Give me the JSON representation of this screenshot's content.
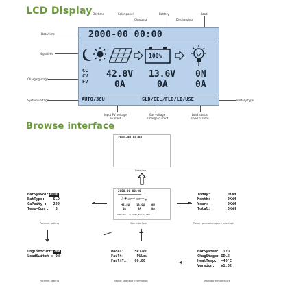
{
  "section1": {
    "title": "LCD Display",
    "top_labels": [
      "Daytime",
      "Solar panel",
      "Battery",
      "Load"
    ],
    "top_sublabels": [
      "Charging",
      "Discharging"
    ],
    "left_labels": [
      "Date/time",
      "Nighttime",
      "Charging stage",
      "System voltage"
    ],
    "right_labels": [
      "Battery type"
    ],
    "bottom_labels": [
      [
        "Input PV voltage",
        "/current"
      ],
      [
        "Bat voltage",
        "/Charge current"
      ],
      [
        "Load status",
        "/Load current"
      ]
    ]
  },
  "lcd": {
    "datetime": "2000-00 00:00",
    "stage": "CC\nCV\nFV",
    "bat_icon": "100%",
    "pv_v": "42.8V",
    "pv_a": "0A",
    "bat_v": "13.6V",
    "bat_a": "0A",
    "load_s": "0N",
    "load_a": "0A",
    "sysvolt": "AUTO/36U",
    "battype": "SLD/GEL/FLD/LI/USE"
  },
  "section2": {
    "title": "Browse interface",
    "datetime_screen": "2000-00 00:00",
    "datetime_caption": "Datetime",
    "main_caption": "Main interface",
    "mini_lcd": {
      "date": "2000-00 00:00",
      "r1": [
        "42.8U",
        "13.6U",
        "0N"
      ],
      "r2": [
        "0A",
        "0A",
        "0A"
      ],
      "bottom": "AUTO/36U   SLD/GEL/FLD/LI/USE"
    },
    "param": {
      "lines": [
        [
          "BatSysVol:",
          "AUTO"
        ],
        [
          "BatType:  ",
          "SLD"
        ],
        [
          "CaPaity : ",
          "200"
        ],
        [
          "Temp-Con :",
          "3"
        ]
      ],
      "caption": "Paramet setting"
    },
    "gen": {
      "lines": [
        [
          "Today:",
          "0KWH"
        ],
        [
          "Month:",
          "0KWH"
        ],
        [
          "Year: ",
          "0KWH"
        ],
        [
          "Total:",
          "0KWH"
        ]
      ],
      "caption": "Power generation query interface"
    },
    "param2": {
      "line1a": "ChgLimtcurr:",
      "line1b": "20A",
      "line2": "LoadSwitch : ON",
      "caption": "Paramet setting"
    },
    "model": {
      "lines": [
        [
          "Model:",
          "SR1260"
        ],
        [
          "Fault:",
          "PULow"
        ],
        [
          "FaultTi:",
          "00:00"
        ]
      ],
      "caption": "Model and fault information"
    },
    "radiator": {
      "lines": [
        [
          "BatSystem:",
          "12U"
        ],
        [
          "ChagStage:",
          "IDLE"
        ],
        [
          "HeatTemp:",
          "-40°C"
        ],
        [
          "Version:",
          "v1.02"
        ]
      ],
      "caption": "Radiator temperature"
    }
  },
  "colors": {
    "title": "#6b9a3c",
    "lcd_bg": "#b9d1ea",
    "lcd_text": "#1a2533"
  }
}
